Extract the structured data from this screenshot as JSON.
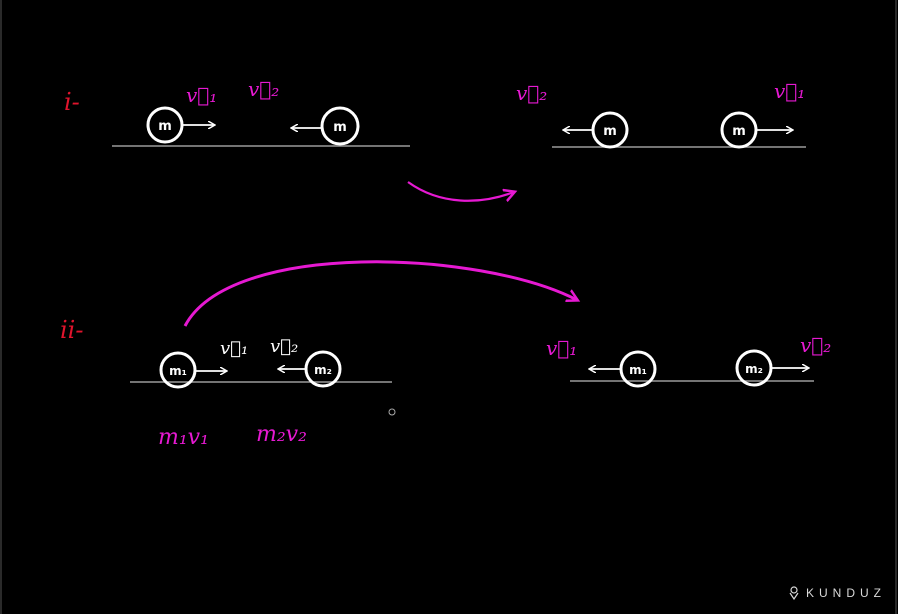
{
  "colors": {
    "background": "#000000",
    "chalk": "#ffffff",
    "magenta": "#e619d2",
    "red": "#e0142d",
    "floor": "#9a9a9a"
  },
  "case_i": {
    "label": "i-",
    "before": {
      "ball_left": "m",
      "ball_right": "m",
      "v_left": "v⃗₁",
      "v_right": "v⃗₂"
    },
    "after": {
      "ball_left": "m",
      "ball_right": "m",
      "v_left": "v⃗₂",
      "v_right": "v⃗₁"
    }
  },
  "case_ii": {
    "label": "ii-",
    "before": {
      "ball_left": "m₁",
      "ball_right": "m₂",
      "v_left": "v⃗₁",
      "v_right": "v⃗₂",
      "momentum_left": "m₁v₁",
      "momentum_right": "m₂v₂"
    },
    "after": {
      "ball_left": "m₁",
      "ball_right": "m₂",
      "v_left": "v⃗₁",
      "v_right": "v⃗₂"
    }
  },
  "brand": {
    "name": "KUNDUZ",
    "logo_icon": "kunduz-logo-icon"
  }
}
